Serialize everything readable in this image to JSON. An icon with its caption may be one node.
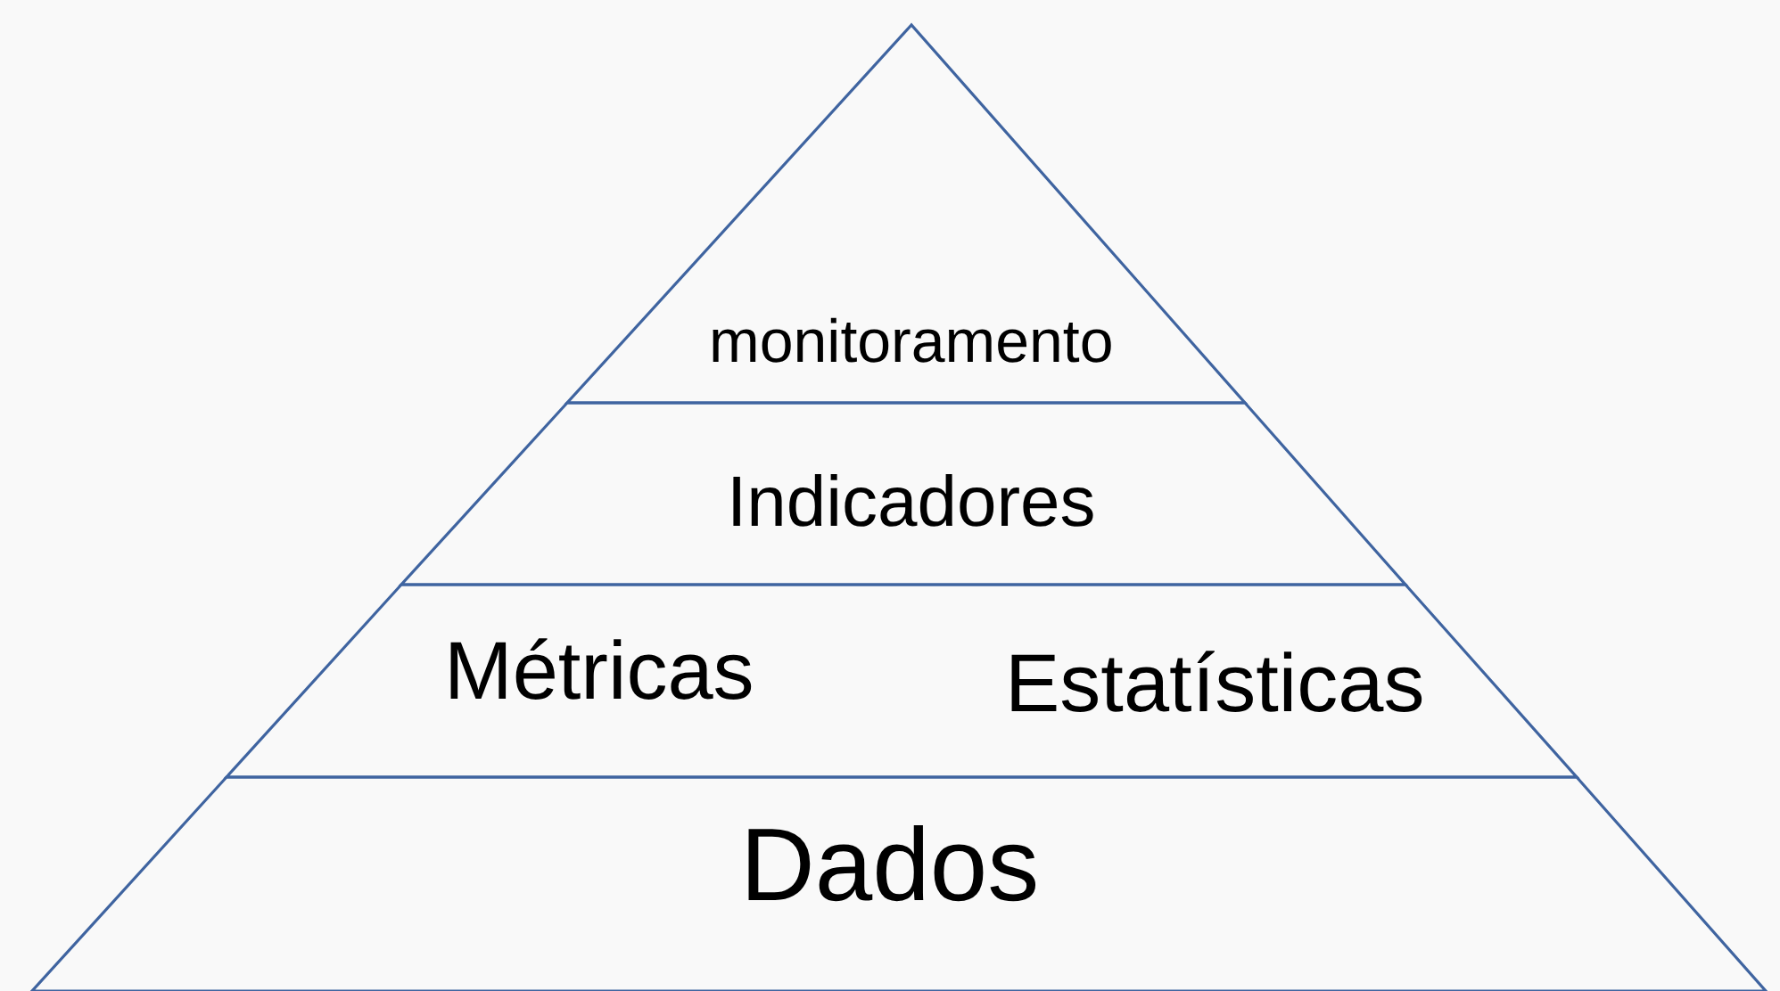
{
  "diagram": {
    "nodes": [
      {
        "text": [
          "monitoramento"
        ]
      },
      {
        "text": [
          "Indicadores"
        ]
      },
      {
        "text": [
          "Métricas",
          "Estatísticas"
        ]
      },
      {
        "text": [
          "Dados"
        ]
      }
    ]
  }
}
